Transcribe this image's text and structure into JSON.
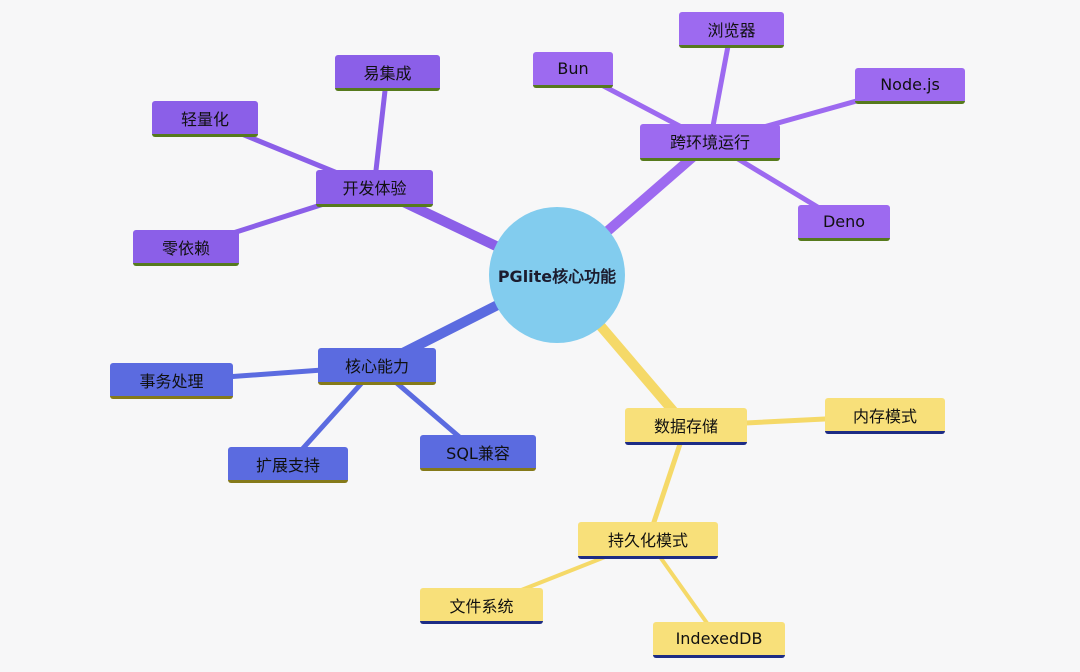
{
  "page": {
    "background": "#f7f7f8"
  },
  "mindmap": {
    "center": {
      "label": "PGlite核心功能",
      "fill": "#82ccee",
      "text_color": "#1c1c2e"
    },
    "branches": [
      {
        "label": "开发体验",
        "fill": "#8b5fe8",
        "underline": "#567a1d",
        "children": [
          {
            "label": "易集成"
          },
          {
            "label": "轻量化"
          },
          {
            "label": "零依赖"
          }
        ]
      },
      {
        "label": "跨环境运行",
        "fill": "#9d6af0",
        "underline": "#567a1d",
        "children": [
          {
            "label": "浏览器"
          },
          {
            "label": "Bun"
          },
          {
            "label": "Node.js"
          },
          {
            "label": "Deno"
          }
        ]
      },
      {
        "label": "核心能力",
        "fill": "#5b6be0",
        "underline": "#857a1a",
        "children": [
          {
            "label": "事务处理"
          },
          {
            "label": "扩展支持"
          },
          {
            "label": "SQL兼容"
          }
        ]
      },
      {
        "label": "数据存储",
        "fill": "#f8e07a",
        "underline": "#1d2c85",
        "children": [
          {
            "label": "内存模式"
          },
          {
            "label": "持久化模式",
            "children": [
              {
                "label": "文件系统"
              },
              {
                "label": "IndexedDB"
              }
            ]
          }
        ]
      }
    ]
  }
}
